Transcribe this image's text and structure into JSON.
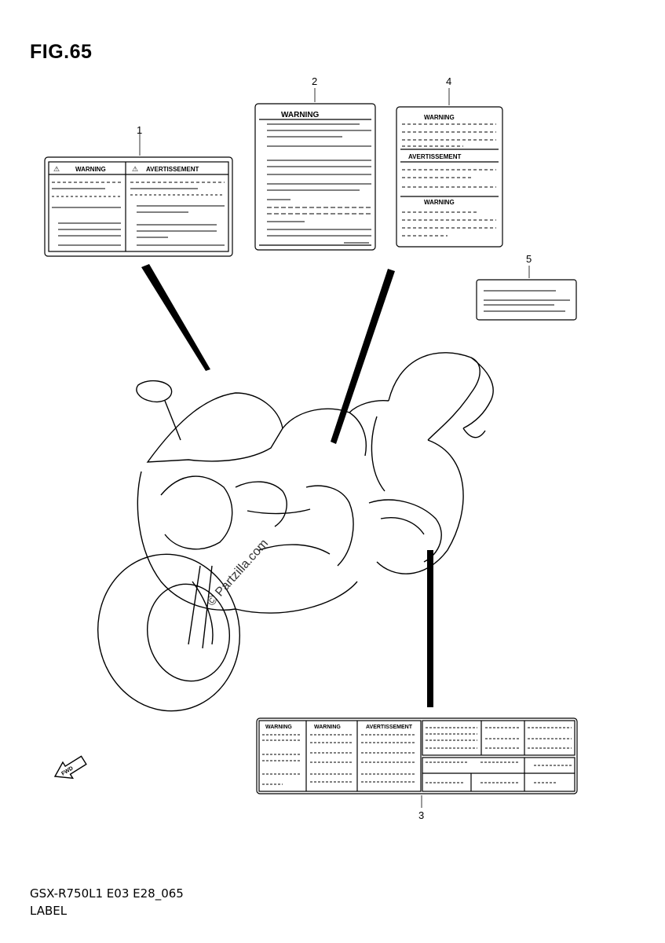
{
  "figure": {
    "title": "FIG.65"
  },
  "callouts": [
    "1",
    "2",
    "3",
    "4",
    "5"
  ],
  "labels": {
    "warning": "WARNING",
    "avertissement": "AVERTISSEMENT",
    "fwd": "FWD"
  },
  "watermark": "© Partzilla.com",
  "footer": {
    "code": "GSX-R750L1 E03 E28_065",
    "name": "LABEL"
  }
}
